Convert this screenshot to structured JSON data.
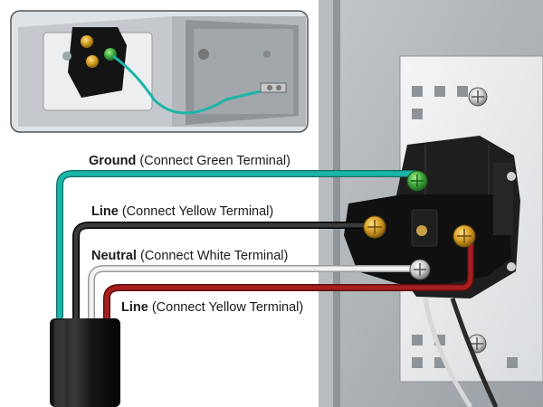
{
  "labels": {
    "ground": {
      "bold": "Ground",
      "rest": " (Connect Green Terminal)"
    },
    "line1": {
      "bold": "Line",
      "rest": " (Connect Yellow Terminal)"
    },
    "neutral": {
      "bold": "Neutral",
      "rest": " (Connect White Terminal)"
    },
    "line2": {
      "bold": "Line",
      "rest": " (Connect Yellow Terminal)"
    }
  },
  "colors": {
    "ground_wire": "#1bb5a8",
    "line_wire_black": "#2a2a2a",
    "neutral_wire": "#f2f2f2",
    "line_wire_red": "#a81e1e",
    "brass_terminal": "#d29a1f",
    "green_terminal": "#3aa33a",
    "silver_terminal": "#c9c9c9",
    "box_gray": "#a7acb1"
  },
  "icons": [
    "outlet-icon",
    "junction-box-icon",
    "screw-icon"
  ]
}
